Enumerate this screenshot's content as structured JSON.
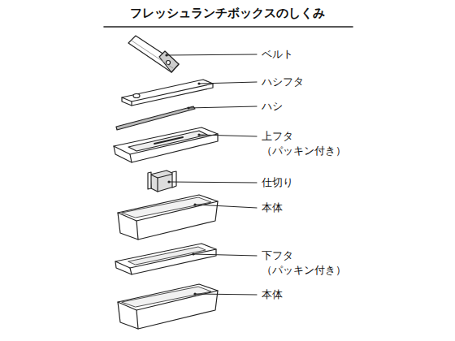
{
  "diagram": {
    "title": "フレッシュランチボックスのしくみ",
    "labels": [
      "ベルト",
      "ハシフタ",
      "ハシ",
      "上フタ （パッキン付き）",
      "仕切り",
      "本体",
      "下フタ （パッキン付き）",
      "本体"
    ]
  }
}
